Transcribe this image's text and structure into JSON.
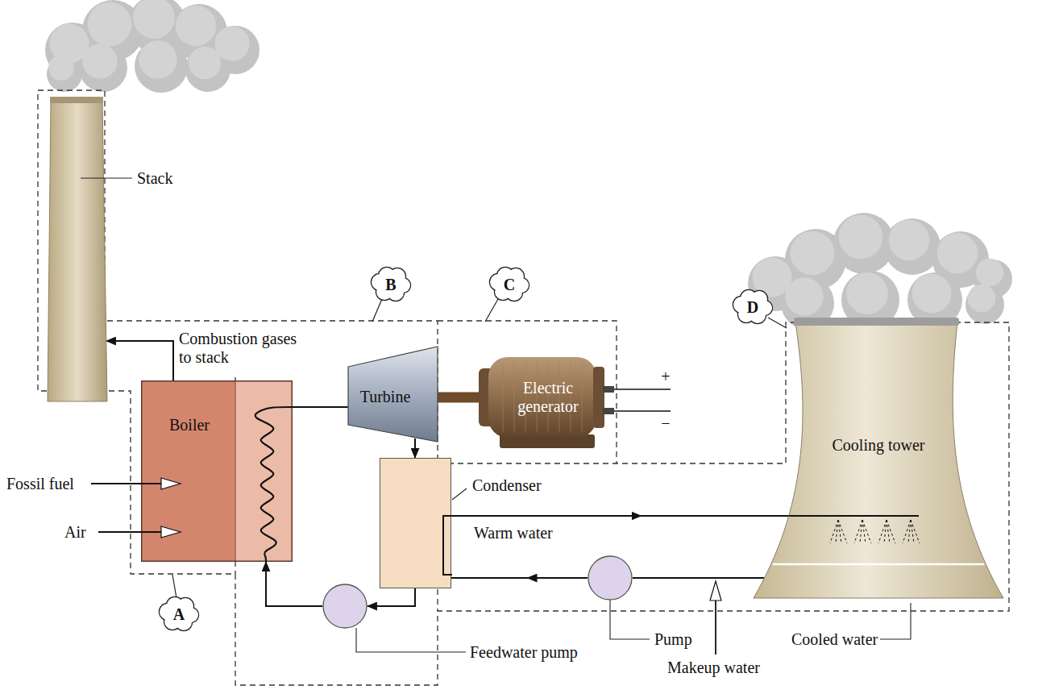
{
  "diagram": {
    "nodes": [
      {
        "text": [
          "Boiler"
        ]
      },
      {
        "text": [
          "Turbine"
        ]
      },
      {
        "text": [
          "Electric generator"
        ]
      },
      {
        "text": [
          "Condenser"
        ]
      },
      {
        "text": [
          "Cooling tower"
        ]
      },
      {
        "text": [
          "Stack"
        ]
      },
      {
        "text": [
          "Feedwater pump"
        ]
      },
      {
        "text": [
          "Pump"
        ]
      }
    ],
    "edges": [
      {
        "from": 0,
        "to": 5,
        "arrow": "to",
        "label": "Combustion gases to stack"
      },
      {
        "from": 0,
        "to": 1,
        "arrow": "none"
      },
      {
        "from": 1,
        "to": 2,
        "arrow": "none"
      },
      {
        "from": 1,
        "to": 3,
        "arrow": "to"
      },
      {
        "from": 3,
        "to": 4,
        "arrow": "to",
        "label": "Warm water"
      },
      {
        "from": 4,
        "to": 7,
        "arrow": "none"
      },
      {
        "from": 7,
        "to": 3,
        "arrow": "to"
      },
      {
        "from": 3,
        "to": 6,
        "arrow": "to"
      },
      {
        "from": 6,
        "to": 0,
        "arrow": "to"
      }
    ],
    "labels": [
      "B",
      "C",
      "D",
      "+",
      "−",
      "Fossil fuel",
      "Air",
      "A",
      "Makeup water",
      "Cooled water"
    ]
  }
}
